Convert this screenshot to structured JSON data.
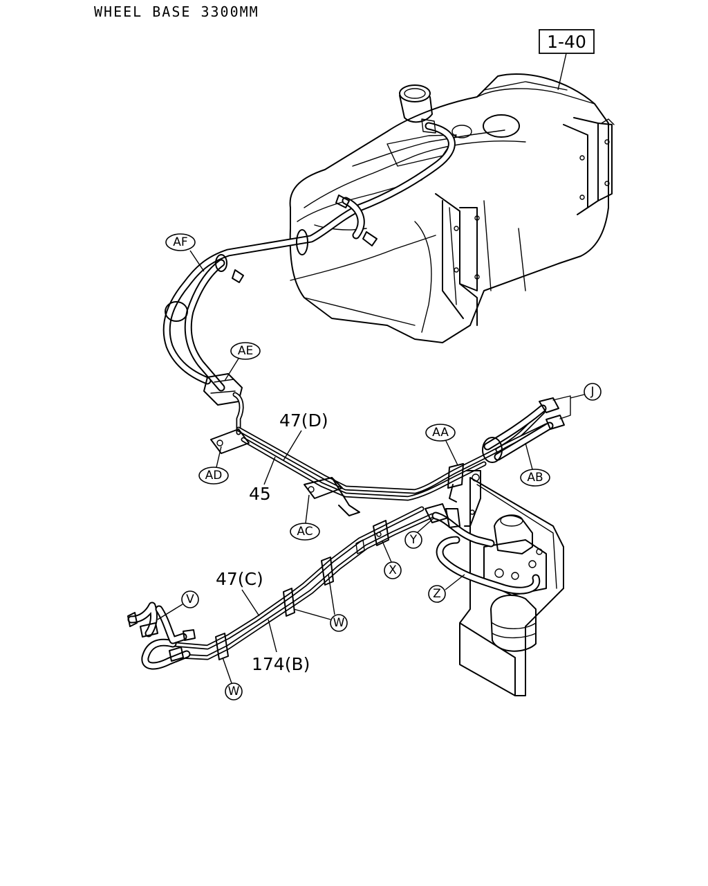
{
  "header": {
    "title": "WHEEL BASE 3300MM"
  },
  "reference_box": {
    "label": "1-40"
  },
  "callouts": {
    "AF": "AF",
    "AE": "AE",
    "AD": "AD",
    "AC": "AC",
    "AA": "AA",
    "AB": "AB",
    "J": "J",
    "V": "V",
    "W_upper": "W",
    "W_lower": "W",
    "X": "X",
    "Y": "Y",
    "Z": "Z"
  },
  "part_numbers": {
    "p47D": "47(D)",
    "p45": "45",
    "p47C": "47(C)",
    "p174B": "174(B)"
  }
}
